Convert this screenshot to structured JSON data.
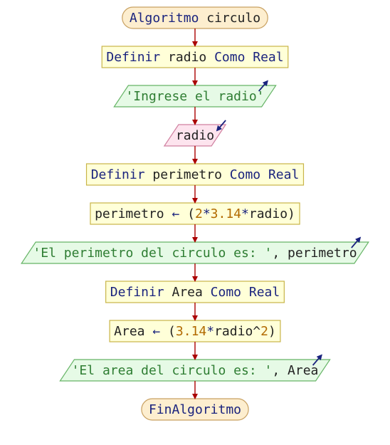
{
  "flowchart": {
    "colors": {
      "terminal_fill": "#fdeecf",
      "terminal_stroke": "#c8a060",
      "process_fill": "#ffffd8",
      "process_stroke": "#c8b448",
      "output_fill": "#e6fae6",
      "output_stroke": "#66b466",
      "input_fill": "#fde4ee",
      "input_stroke": "#d080a0",
      "arrow": "#aa0000",
      "io_arrow": "#1a237e",
      "text_default": "#222222",
      "keyword": "#1a237e",
      "string": "#2e7d32",
      "number": "#b26a00",
      "operator": "#1a237e"
    },
    "nodes": [
      {
        "id": "start",
        "type": "terminal",
        "segments": [
          {
            "text": "Algoritmo",
            "kind": "keyword"
          },
          {
            "text": " circulo",
            "kind": "default"
          }
        ]
      },
      {
        "id": "def-radio",
        "type": "process",
        "segments": [
          {
            "text": "Definir",
            "kind": "keyword"
          },
          {
            "text": " radio ",
            "kind": "default"
          },
          {
            "text": "Como Real",
            "kind": "keyword"
          }
        ]
      },
      {
        "id": "write-prompt",
        "type": "output",
        "segments": [
          {
            "text": "'Ingrese el radio'",
            "kind": "string"
          }
        ]
      },
      {
        "id": "read-radio",
        "type": "input",
        "segments": [
          {
            "text": "radio",
            "kind": "default"
          }
        ]
      },
      {
        "id": "def-perimetro",
        "type": "process",
        "segments": [
          {
            "text": "Definir",
            "kind": "keyword"
          },
          {
            "text": " perimetro ",
            "kind": "default"
          },
          {
            "text": "Como Real",
            "kind": "keyword"
          }
        ]
      },
      {
        "id": "assign-perimetro",
        "type": "process",
        "segments": [
          {
            "text": "perimetro ",
            "kind": "default"
          },
          {
            "text": "←",
            "kind": "operator"
          },
          {
            "text": " (",
            "kind": "default"
          },
          {
            "text": "2",
            "kind": "number"
          },
          {
            "text": "*",
            "kind": "operator"
          },
          {
            "text": "3.14",
            "kind": "number"
          },
          {
            "text": "*",
            "kind": "operator"
          },
          {
            "text": "radio)",
            "kind": "default"
          }
        ]
      },
      {
        "id": "write-perimetro",
        "type": "output",
        "segments": [
          {
            "text": "'El perimetro del circulo es: '",
            "kind": "string"
          },
          {
            "text": ", perimetro",
            "kind": "default"
          }
        ]
      },
      {
        "id": "def-area",
        "type": "process",
        "segments": [
          {
            "text": "Definir",
            "kind": "keyword"
          },
          {
            "text": " Area ",
            "kind": "default"
          },
          {
            "text": "Como Real",
            "kind": "keyword"
          }
        ]
      },
      {
        "id": "assign-area",
        "type": "process",
        "segments": [
          {
            "text": "Area ",
            "kind": "default"
          },
          {
            "text": "←",
            "kind": "operator"
          },
          {
            "text": " (",
            "kind": "default"
          },
          {
            "text": "3.14",
            "kind": "number"
          },
          {
            "text": "*",
            "kind": "operator"
          },
          {
            "text": "radio^",
            "kind": "default"
          },
          {
            "text": "2",
            "kind": "number"
          },
          {
            "text": ")",
            "kind": "default"
          }
        ]
      },
      {
        "id": "write-area",
        "type": "output",
        "segments": [
          {
            "text": "'El area del circulo es: '",
            "kind": "string"
          },
          {
            "text": ", Area",
            "kind": "default"
          }
        ]
      },
      {
        "id": "end",
        "type": "terminal",
        "segments": [
          {
            "text": "FinAlgoritmo",
            "kind": "keyword"
          }
        ]
      }
    ]
  }
}
